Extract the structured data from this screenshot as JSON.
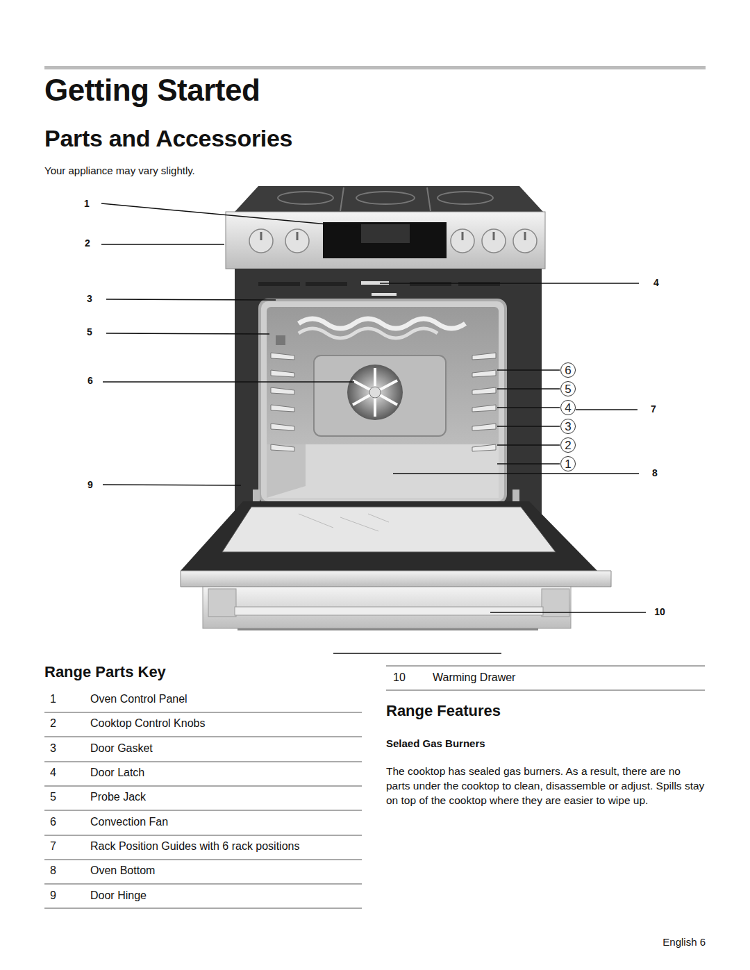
{
  "diagram": {
    "title": "Getting Started",
    "nodes": [
      {
        "text": [
          "6"
        ]
      },
      {
        "text": [
          "5"
        ]
      },
      {
        "text": [
          "4"
        ]
      },
      {
        "text": [
          "3"
        ]
      },
      {
        "text": [
          "2"
        ]
      },
      {
        "text": [
          "1"
        ]
      }
    ],
    "labels": [
      "Parts and Accessories",
      "Your appliance may vary slightly.",
      "1",
      "2",
      "3",
      "5",
      "6",
      "9",
      "4",
      "7",
      "8",
      "10",
      "Range Parts Key",
      "1",
      "Oven Control Panel",
      "2",
      "Cooktop Control Knobs",
      "3",
      "Door Gasket",
      "4",
      "Door Latch",
      "5",
      "Probe Jack",
      "6",
      "Convection Fan",
      "7",
      "Rack Position Guides with 6 rack positions",
      "8",
      "Oven Bottom",
      "9",
      "Door Hinge",
      "10",
      "Warming Drawer",
      "Range Features",
      "Selaed Gas Burners",
      "The cooktop has sealed gas burners. As a result, there are no parts under the cooktop to clean, disassemble or adjust. Spills stay on top of the cooktop where they are easier to wipe up.",
      "English 6"
    ]
  }
}
